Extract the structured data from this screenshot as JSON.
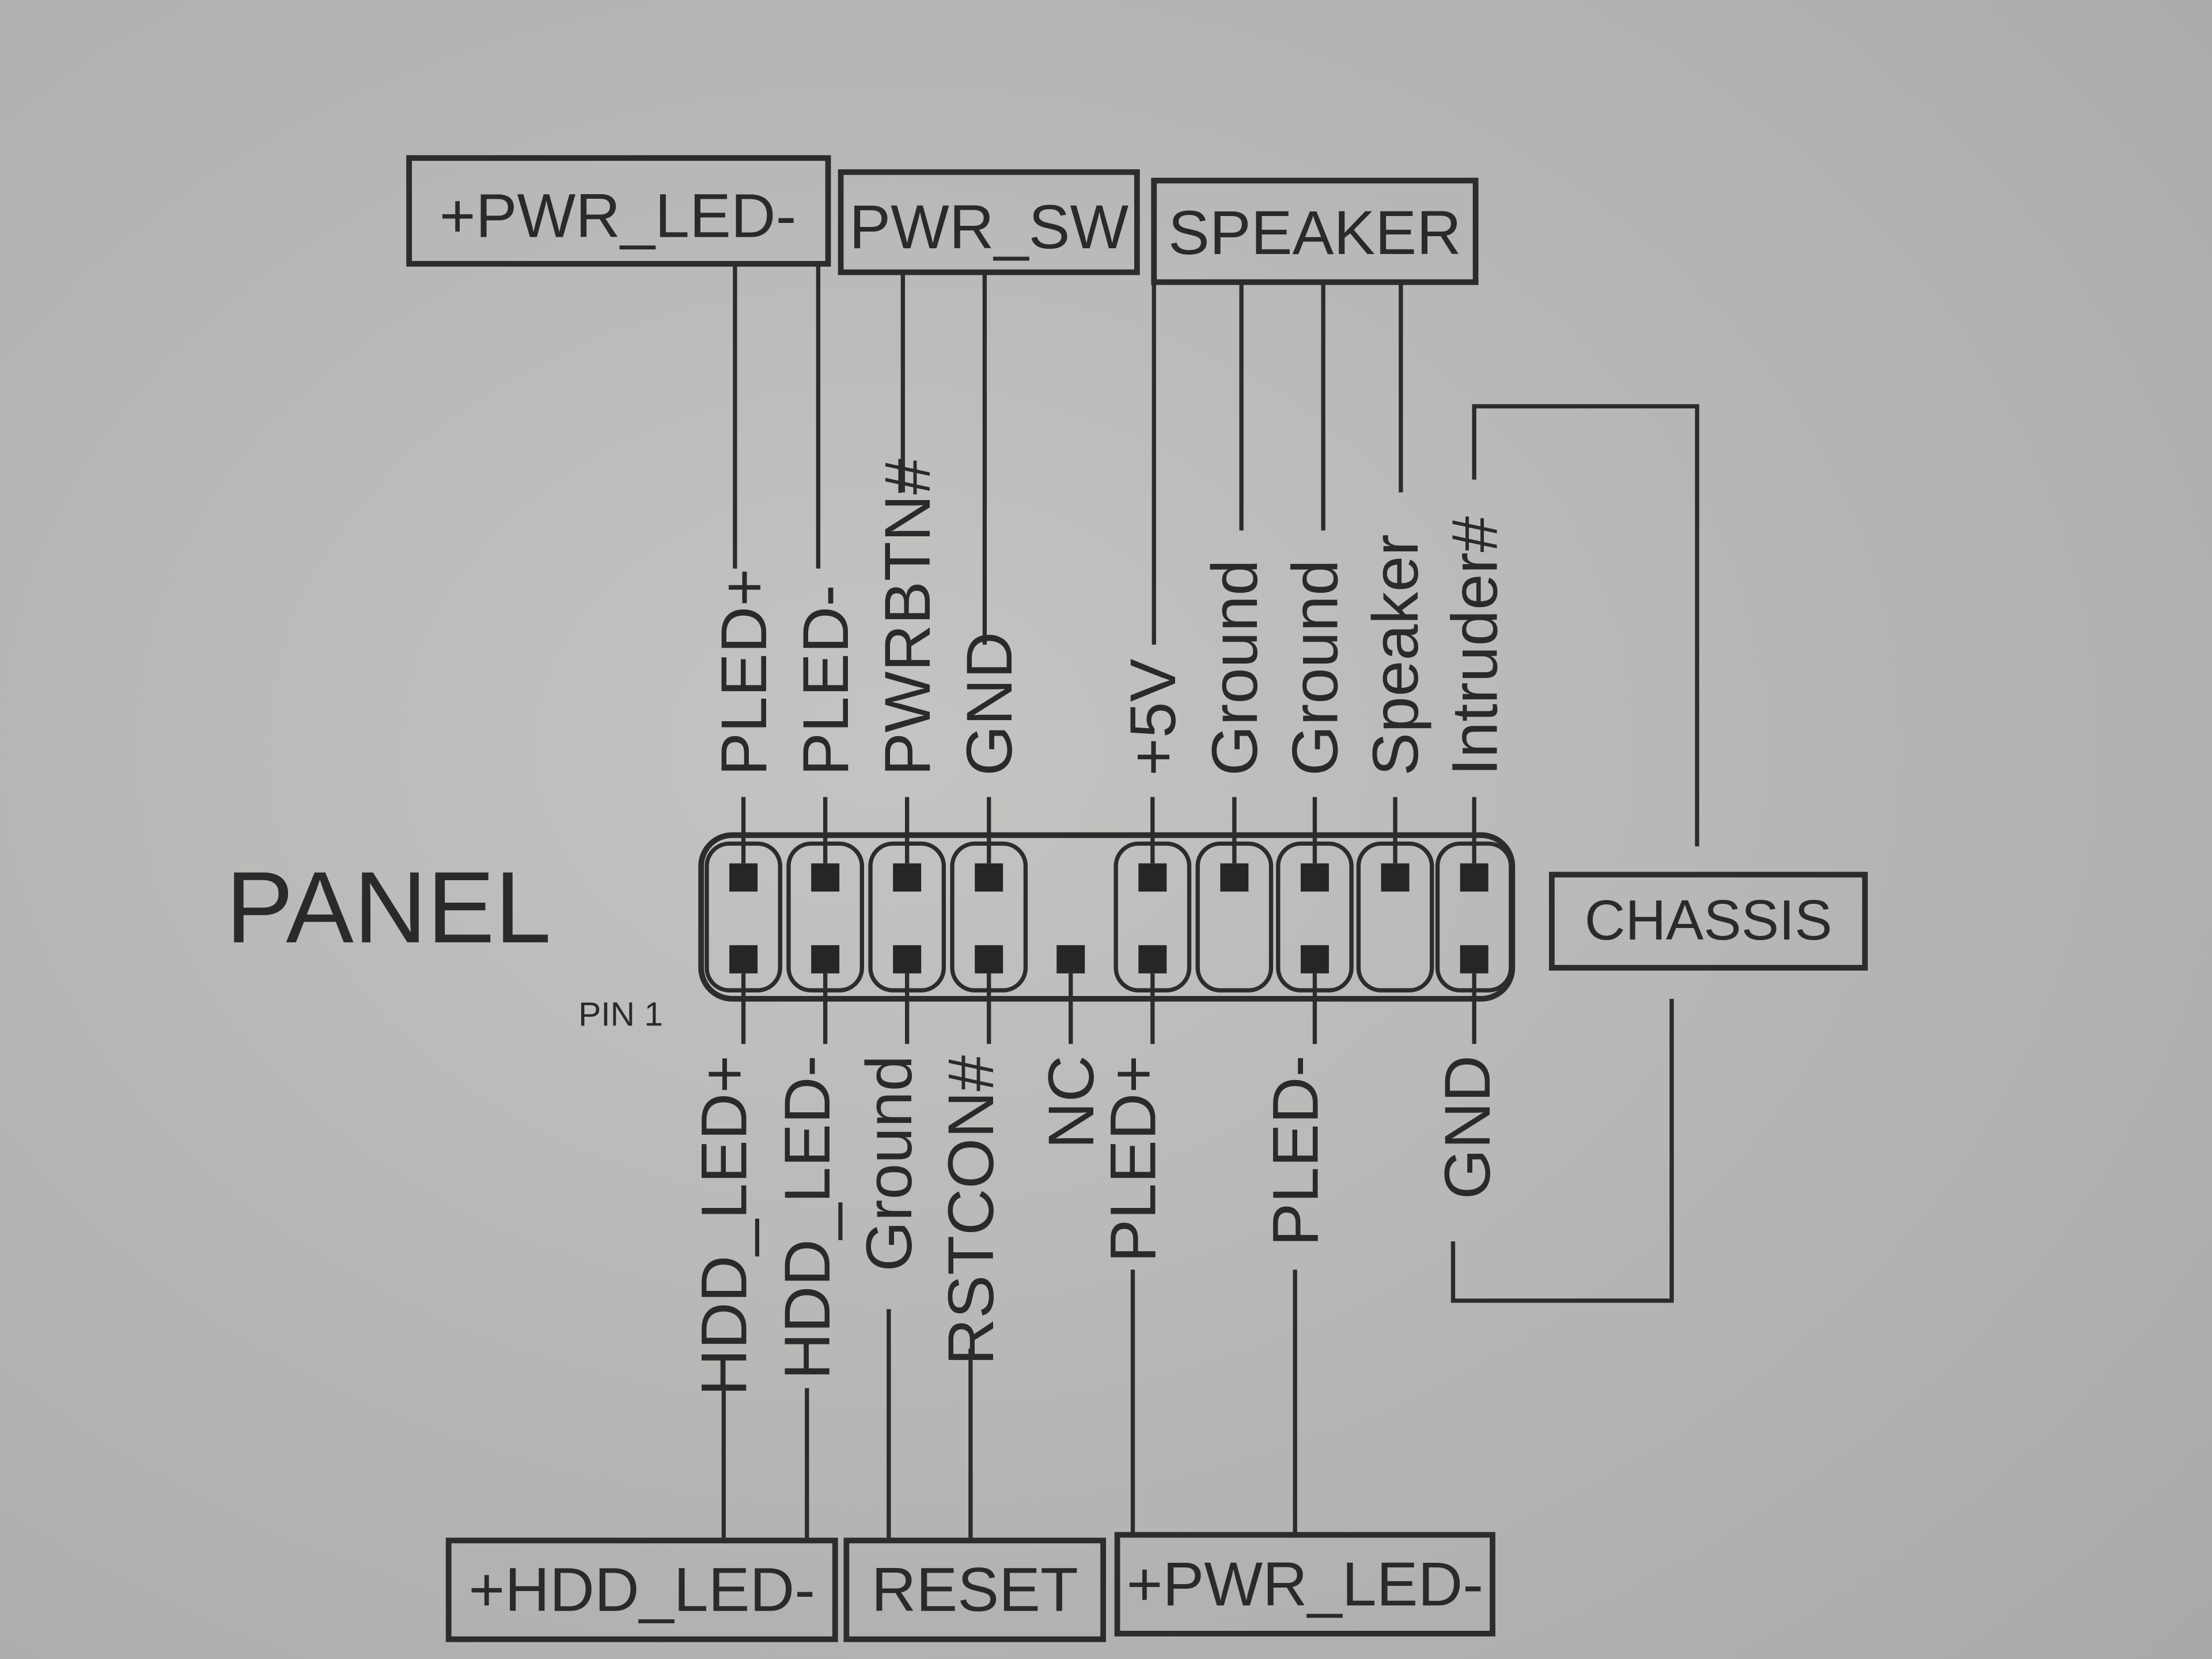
{
  "title": "PANEL",
  "pin1_label": "PIN 1",
  "chassis_label": "CHASSIS",
  "top_groups": [
    "+PWR_LED-",
    "PWR_SW",
    "SPEAKER"
  ],
  "bottom_groups": [
    "+HDD_LED-",
    "RESET",
    "+PWR_LED-"
  ],
  "top_pins": [
    "PLED+",
    "PLED-",
    "PWRBTN#",
    "GND",
    "",
    "+5V",
    "Ground",
    "Ground",
    "Speaker",
    "Intruder#"
  ],
  "bottom_pins": [
    "HDD_LED+",
    "HDD_LED-",
    "Ground",
    "RSTCON#",
    "NC",
    "PLED+",
    "",
    "PLED-",
    "",
    "GND"
  ],
  "top_pin_present": [
    true,
    true,
    true,
    true,
    false,
    true,
    true,
    true,
    true,
    true
  ],
  "bottom_pin_present": [
    true,
    true,
    true,
    true,
    true,
    true,
    false,
    true,
    false,
    true
  ],
  "colors": {
    "paper": "#b8b8b6",
    "ink": "#2a2a2a"
  }
}
